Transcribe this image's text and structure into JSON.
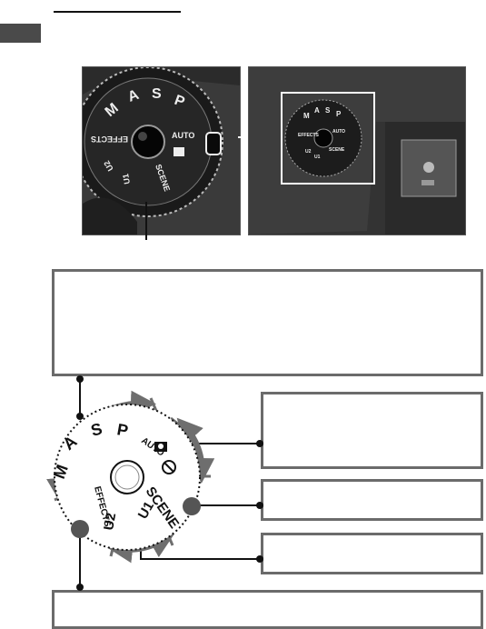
{
  "photos": {
    "left": {
      "dial_labels": [
        "M",
        "A",
        "S",
        "P",
        "AUTO",
        "EFFECTS",
        "U1",
        "U2",
        "SCENE"
      ]
    },
    "right": {
      "dial_labels": [
        "M",
        "A",
        "S",
        "P",
        "AUTO",
        "EFFECTS",
        "U1",
        "U2",
        "SCENE"
      ]
    }
  },
  "dial": {
    "labels": [
      "P",
      "S",
      "A",
      "M",
      "AUTO",
      "EFFECTS",
      "SCENE",
      "U1",
      "U2"
    ]
  },
  "callout_boxes": [
    {
      "id": "top",
      "text": ""
    },
    {
      "id": "right-upper",
      "text": ""
    },
    {
      "id": "right-middle",
      "text": ""
    },
    {
      "id": "right-lower",
      "text": ""
    },
    {
      "id": "bottom",
      "text": ""
    }
  ],
  "colors": {
    "arrow": "#6e6e6e",
    "box_border": "#6b6b6b",
    "dial": "#111111"
  }
}
